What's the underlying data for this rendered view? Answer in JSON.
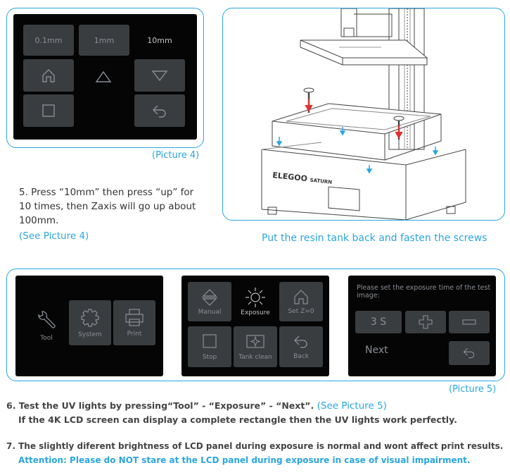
{
  "picture4": {
    "btn_01": "0.1mm",
    "btn_1": "1mm",
    "btn_10": "10mm",
    "caption": "(Picture 4)"
  },
  "step5": {
    "line1": "5. Press “10mm” then press “up” for",
    "line2": "10 times, then Zaxis will go up about",
    "line3": "100mm.",
    "see": "(See Picture 4)"
  },
  "printer": {
    "brand": "ELEGOO",
    "model": "SATURN",
    "caption": "Put the resin tank back and fasten the screws"
  },
  "picture5": {
    "screen1": {
      "tool": "Tool",
      "system": "System",
      "print": "Print"
    },
    "screen2": {
      "manual": "Manual",
      "exposure": "Exposure",
      "setz": "Set Z=0",
      "stop": "Stop",
      "tank": "Tank clean",
      "back": "Back"
    },
    "screen3": {
      "prompt": "Please set the exposure time of the test image:",
      "value": "3 S",
      "next": "Next"
    },
    "caption": "(Picture 5)"
  },
  "step6": {
    "line1": "6. Test the UV lights by pressing“Tool” - “Exposure” - “Next”.",
    "see": "(See Picture 5)",
    "line2": "If the 4K LCD screen can display a complete rectangle then the UV lights work perfectly."
  },
  "step7": {
    "line1": "7. The slightly diferent brightness of LCD panel during exposure is normal and wont affect print results.",
    "line2": "Attention: Please do NOT stare at the LCD panel during exposure in case of visual impairment."
  },
  "colors": {
    "accent": "#2aa6e0",
    "screen": "#050505",
    "button": "#3a3d40"
  }
}
